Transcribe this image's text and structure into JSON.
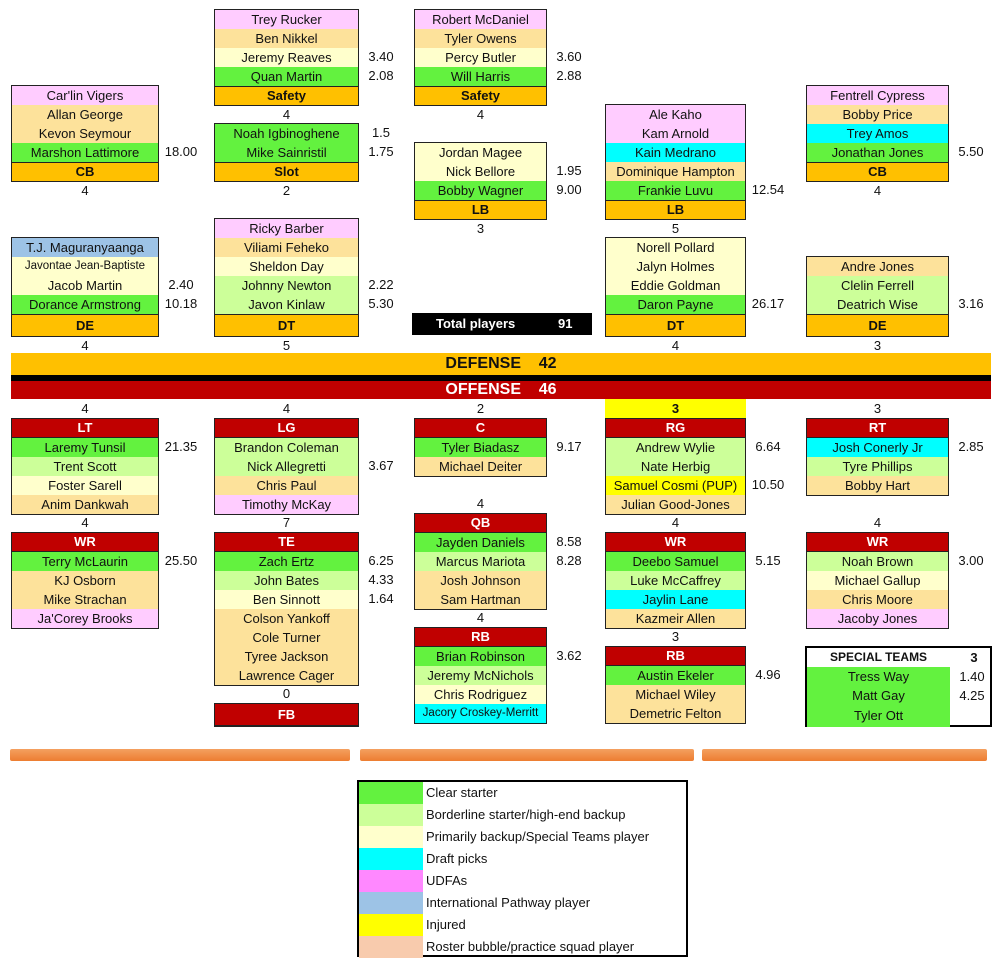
{
  "colors": {
    "starter": "#63f23f",
    "borderline": "#ccff99",
    "backup": "#ffffcc",
    "draft": "#00ffff",
    "udfa": "#ffccff",
    "intl": "#9dc3e6",
    "injured": "#ffff00",
    "bubble": "#fde29b",
    "defense_bar": "#ffc000",
    "offense_bar": "#c00000"
  },
  "defense": {
    "label": "DEFENSE",
    "total": "42",
    "groups": [
      {
        "id": "safety_l",
        "position": "Safety",
        "count": "4",
        "players": [
          {
            "name": "Trey Rucker",
            "status": "udfa",
            "cap": ""
          },
          {
            "name": "Ben Nikkel",
            "status": "bubble",
            "cap": ""
          },
          {
            "name": "Jeremy Reaves",
            "status": "backup",
            "cap": "3.40"
          },
          {
            "name": "Quan Martin",
            "status": "starter",
            "cap": "2.08"
          }
        ]
      },
      {
        "id": "safety_r",
        "position": "Safety",
        "count": "4",
        "players": [
          {
            "name": "Robert McDaniel",
            "status": "udfa",
            "cap": ""
          },
          {
            "name": "Tyler Owens",
            "status": "bubble",
            "cap": ""
          },
          {
            "name": "Percy Butler",
            "status": "backup",
            "cap": "3.60"
          },
          {
            "name": "Will Harris",
            "status": "starter",
            "cap": "2.88"
          }
        ]
      },
      {
        "id": "cb_l",
        "position": "CB",
        "count": "4",
        "players": [
          {
            "name": "Car'lin Vigers",
            "status": "udfa",
            "cap": ""
          },
          {
            "name": "Allan George",
            "status": "bubble",
            "cap": ""
          },
          {
            "name": "Kevon Seymour",
            "status": "bubble",
            "cap": ""
          },
          {
            "name": "Marshon Lattimore",
            "status": "starter",
            "cap": "18.00"
          }
        ]
      },
      {
        "id": "slot",
        "position": "Slot",
        "count": "2",
        "players": [
          {
            "name": "Noah Igbinoghene",
            "status": "starter",
            "cap": "1.5"
          },
          {
            "name": "Mike Sainristil",
            "status": "starter",
            "cap": "1.75"
          }
        ]
      },
      {
        "id": "lb_m",
        "position": "LB",
        "count": "3",
        "players": [
          {
            "name": "Jordan Magee",
            "status": "backup",
            "cap": ""
          },
          {
            "name": "Nick Bellore",
            "status": "backup",
            "cap": "1.95"
          },
          {
            "name": "Bobby Wagner",
            "status": "starter",
            "cap": "9.00"
          }
        ]
      },
      {
        "id": "lb_r",
        "position": "LB",
        "count": "5",
        "players": [
          {
            "name": "Ale Kaho",
            "status": "udfa",
            "cap": ""
          },
          {
            "name": "Kam Arnold",
            "status": "udfa",
            "cap": ""
          },
          {
            "name": "Kain Medrano",
            "status": "draft",
            "cap": ""
          },
          {
            "name": "Dominique Hampton",
            "status": "bubble",
            "cap": ""
          },
          {
            "name": "Frankie Luvu",
            "status": "starter",
            "cap": "12.54"
          }
        ]
      },
      {
        "id": "cb_r",
        "position": "CB",
        "count": "4",
        "players": [
          {
            "name": "Fentrell Cypress",
            "status": "udfa",
            "cap": ""
          },
          {
            "name": "Bobby Price",
            "status": "bubble",
            "cap": ""
          },
          {
            "name": "Trey Amos",
            "status": "draft",
            "cap": ""
          },
          {
            "name": "Jonathan Jones",
            "status": "starter",
            "cap": "5.50"
          }
        ]
      },
      {
        "id": "de_l",
        "position": "DE",
        "count": "4",
        "players": [
          {
            "name": "T.J. Maguranyaanga",
            "status": "intl",
            "cap": ""
          },
          {
            "name": "Javontae Jean-Baptiste",
            "status": "backup",
            "cap": ""
          },
          {
            "name": "Jacob Martin",
            "status": "backup",
            "cap": "2.40"
          },
          {
            "name": "Dorance Armstrong",
            "status": "starter",
            "cap": "10.18"
          }
        ]
      },
      {
        "id": "dt_l",
        "position": "DT",
        "count": "5",
        "players": [
          {
            "name": "Ricky Barber",
            "status": "udfa",
            "cap": ""
          },
          {
            "name": "Viliami Feheko",
            "status": "bubble",
            "cap": ""
          },
          {
            "name": "Sheldon Day",
            "status": "backup",
            "cap": ""
          },
          {
            "name": "Johnny Newton",
            "status": "borderline",
            "cap": "2.22"
          },
          {
            "name": "Javon Kinlaw",
            "status": "borderline",
            "cap": "5.30"
          }
        ]
      },
      {
        "id": "dt_r",
        "position": "DT",
        "count": "4",
        "players": [
          {
            "name": "Norell Pollard",
            "status": "backup",
            "cap": ""
          },
          {
            "name": "Jalyn Holmes",
            "status": "backup",
            "cap": ""
          },
          {
            "name": "Eddie Goldman",
            "status": "backup",
            "cap": ""
          },
          {
            "name": "Daron Payne",
            "status": "starter",
            "cap": "26.17"
          }
        ]
      },
      {
        "id": "de_r",
        "position": "DE",
        "count": "3",
        "players": [
          {
            "name": "Andre Jones",
            "status": "bubble",
            "cap": ""
          },
          {
            "name": "Clelin Ferrell",
            "status": "borderline",
            "cap": ""
          },
          {
            "name": "Deatrich Wise",
            "status": "borderline",
            "cap": "3.16"
          }
        ]
      }
    ]
  },
  "total_players": {
    "label": "Total players",
    "value": "91"
  },
  "offense": {
    "label": "OFFENSE",
    "total": "46",
    "groups": [
      {
        "id": "lt",
        "position": "LT",
        "count": "4",
        "players": [
          {
            "name": "Laremy Tunsil",
            "status": "starter",
            "cap": "21.35"
          },
          {
            "name": "Trent Scott",
            "status": "borderline",
            "cap": ""
          },
          {
            "name": "Foster Sarell",
            "status": "backup",
            "cap": ""
          },
          {
            "name": "Anim Dankwah",
            "status": "bubble",
            "cap": ""
          }
        ]
      },
      {
        "id": "lg",
        "position": "LG",
        "count": "4",
        "players": [
          {
            "name": "Brandon Coleman",
            "status": "borderline",
            "cap": ""
          },
          {
            "name": "Nick Allegretti",
            "status": "borderline",
            "cap": "3.67"
          },
          {
            "name": "Chris Paul",
            "status": "bubble",
            "cap": ""
          },
          {
            "name": "Timothy McKay",
            "status": "udfa",
            "cap": ""
          }
        ]
      },
      {
        "id": "c",
        "position": "C",
        "count": "2",
        "players": [
          {
            "name": "Tyler Biadasz",
            "status": "starter",
            "cap": "9.17"
          },
          {
            "name": "Michael Deiter",
            "status": "bubble",
            "cap": ""
          }
        ]
      },
      {
        "id": "rg",
        "position": "RG",
        "count": "3",
        "count_status": "injured",
        "players": [
          {
            "name": "Andrew Wylie",
            "status": "borderline",
            "cap": "6.64"
          },
          {
            "name": "Nate Herbig",
            "status": "borderline",
            "cap": ""
          },
          {
            "name": "Samuel Cosmi (PUP)",
            "status": "injured",
            "cap": "10.50"
          },
          {
            "name": "Julian Good-Jones",
            "status": "bubble",
            "cap": ""
          }
        ]
      },
      {
        "id": "rt",
        "position": "RT",
        "count": "3",
        "players": [
          {
            "name": "Josh Conerly Jr",
            "status": "draft",
            "cap": "2.85"
          },
          {
            "name": "Tyre Phillips",
            "status": "borderline",
            "cap": ""
          },
          {
            "name": "Bobby Hart",
            "status": "bubble",
            "cap": ""
          }
        ]
      },
      {
        "id": "wr_l",
        "position": "WR",
        "count": "4",
        "players": [
          {
            "name": "Terry McLaurin",
            "status": "starter",
            "cap": "25.50"
          },
          {
            "name": "KJ Osborn",
            "status": "bubble",
            "cap": ""
          },
          {
            "name": "Mike Strachan",
            "status": "bubble",
            "cap": ""
          },
          {
            "name": "Ja'Corey Brooks",
            "status": "udfa",
            "cap": ""
          }
        ]
      },
      {
        "id": "te",
        "position": "TE",
        "count": "7",
        "players": [
          {
            "name": "Zach Ertz",
            "status": "starter",
            "cap": "6.25"
          },
          {
            "name": "John Bates",
            "status": "borderline",
            "cap": "4.33"
          },
          {
            "name": "Ben Sinnott",
            "status": "backup",
            "cap": "1.64"
          },
          {
            "name": "Colson Yankoff",
            "status": "bubble",
            "cap": ""
          },
          {
            "name": "Cole Turner",
            "status": "bubble",
            "cap": ""
          },
          {
            "name": "Tyree Jackson",
            "status": "bubble",
            "cap": ""
          },
          {
            "name": "Lawrence Cager",
            "status": "bubble",
            "cap": ""
          }
        ]
      },
      {
        "id": "fb",
        "position": "FB",
        "count": "0",
        "players": []
      },
      {
        "id": "qb",
        "position": "QB",
        "count": "4",
        "players": [
          {
            "name": "Jayden Daniels",
            "status": "starter",
            "cap": "8.58"
          },
          {
            "name": "Marcus Mariota",
            "status": "borderline",
            "cap": "8.28"
          },
          {
            "name": "Josh Johnson",
            "status": "bubble",
            "cap": ""
          },
          {
            "name": "Sam Hartman",
            "status": "bubble",
            "cap": ""
          }
        ]
      },
      {
        "id": "rb_l",
        "position": "RB",
        "count": "4",
        "players": [
          {
            "name": "Brian Robinson",
            "status": "starter",
            "cap": "3.62"
          },
          {
            "name": "Jeremy McNichols",
            "status": "borderline",
            "cap": ""
          },
          {
            "name": "Chris Rodriguez",
            "status": "backup",
            "cap": ""
          },
          {
            "name": "Jacory Croskey-Merritt",
            "status": "draft",
            "cap": ""
          }
        ]
      },
      {
        "id": "wr_m",
        "position": "WR",
        "count": "4",
        "players": [
          {
            "name": "Deebo Samuel",
            "status": "starter",
            "cap": "5.15"
          },
          {
            "name": "Luke McCaffrey",
            "status": "borderline",
            "cap": ""
          },
          {
            "name": "Jaylin Lane",
            "status": "draft",
            "cap": ""
          },
          {
            "name": "Kazmeir Allen",
            "status": "bubble",
            "cap": ""
          }
        ]
      },
      {
        "id": "rb_m",
        "position": "RB",
        "count": "3",
        "players": [
          {
            "name": "Austin Ekeler",
            "status": "starter",
            "cap": "4.96"
          },
          {
            "name": "Michael Wiley",
            "status": "bubble",
            "cap": ""
          },
          {
            "name": "Demetric Felton",
            "status": "bubble",
            "cap": ""
          }
        ]
      },
      {
        "id": "wr_r",
        "position": "WR",
        "count": "4",
        "players": [
          {
            "name": "Noah Brown",
            "status": "borderline",
            "cap": "3.00"
          },
          {
            "name": "Michael Gallup",
            "status": "backup",
            "cap": ""
          },
          {
            "name": "Chris Moore",
            "status": "bubble",
            "cap": ""
          },
          {
            "name": "Jacoby Jones",
            "status": "udfa",
            "cap": ""
          }
        ]
      }
    ]
  },
  "special_teams": {
    "label": "SPECIAL TEAMS",
    "count": "3",
    "players": [
      {
        "name": "Tress Way",
        "cap": "1.40"
      },
      {
        "name": "Matt Gay",
        "cap": "4.25"
      },
      {
        "name": "Tyler Ott",
        "cap": ""
      }
    ]
  },
  "legend": [
    {
      "label": "Clear starter",
      "color": "#63f23f"
    },
    {
      "label": "Borderline starter/high-end backup",
      "color": "#ccff99"
    },
    {
      "label": "Primarily backup/Special Teams player",
      "color": "#ffffcc"
    },
    {
      "label": "Draft picks",
      "color": "#00ffff"
    },
    {
      "label": "UDFAs",
      "color": "#ff88ff"
    },
    {
      "label": "International Pathway player",
      "color": "#9dc3e6"
    },
    {
      "label": "Injured",
      "color": "#ffff00"
    },
    {
      "label": "Roster bubble/practice squad player",
      "color": "#f8cbad"
    }
  ]
}
